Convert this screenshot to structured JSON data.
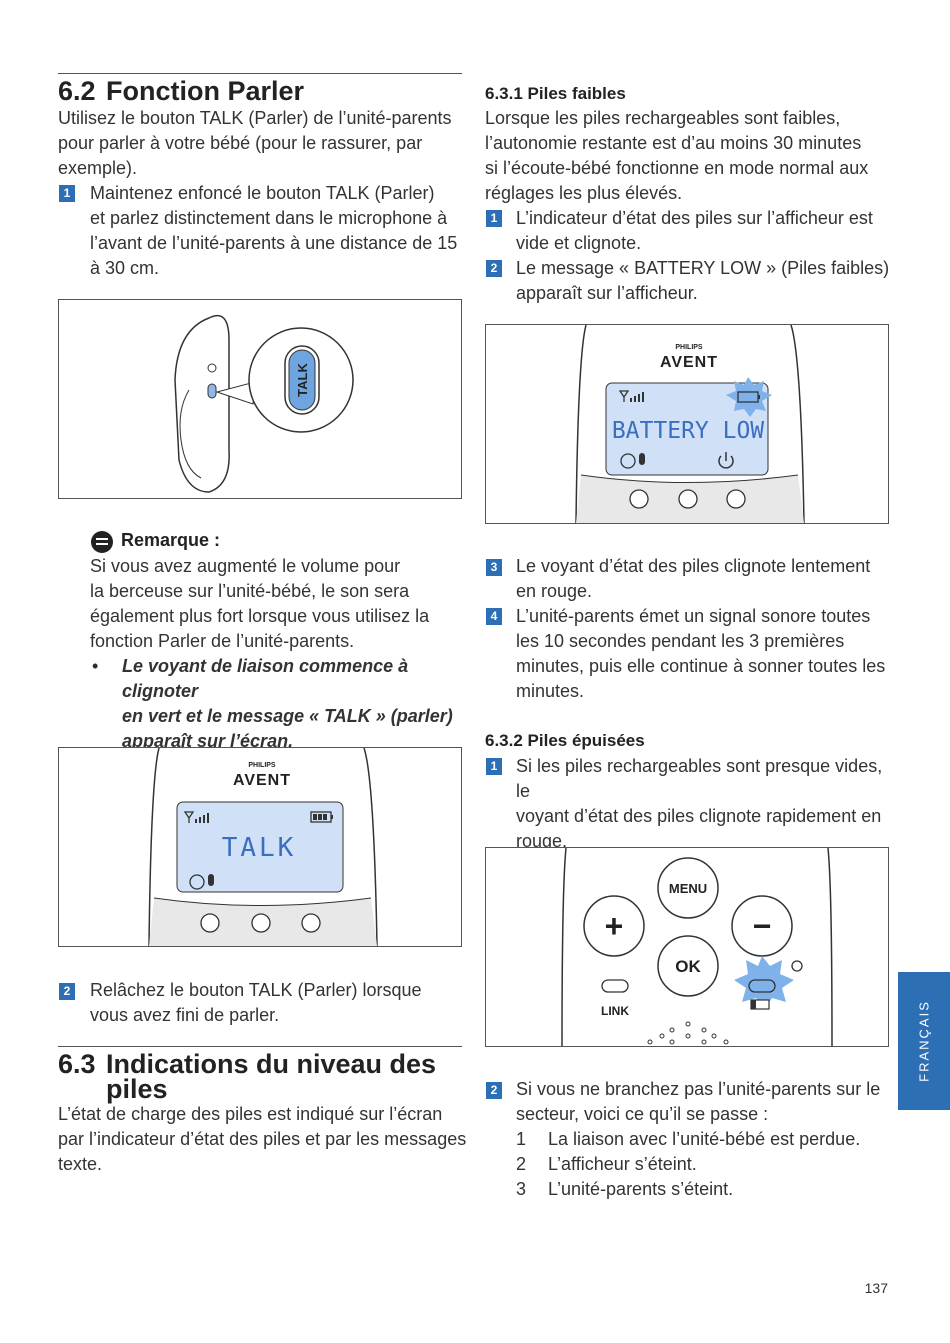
{
  "left": {
    "s62": {
      "num": "6.2",
      "title": "Fonction Parler",
      "intro": [
        "Utilisez le bouton TALK (Parler) de l’unité-parents",
        "pour parler à votre bébé (pour le rassurer, par",
        "exemple)."
      ],
      "step1_num": "1",
      "step1": [
        "Maintenez enfoncé le bouton TALK (Parler)",
        "et parlez distinctement dans le microphone à",
        "l’avant de l’unité-parents à une distance de 15",
        "à 30 cm."
      ]
    },
    "fig_talk_button": {
      "label": "TALK"
    },
    "note": {
      "title": "Remarque :",
      "body": [
        "Si vous avez augmenté le volume pour",
        "la berceuse sur l’unité-bébé, le son sera",
        "également plus fort lorsque vous utilisez la",
        "fonction Parler de l’unité-parents."
      ],
      "bullet": "•",
      "bullet_text": [
        "Le voyant de liaison commence à clignoter",
        "en vert et le message « TALK » (parler)",
        "apparaît sur l’écran."
      ]
    },
    "fig_talk_screen": {
      "brand_top": "PHILIPS",
      "brand": "AVENT",
      "display": "TALK"
    },
    "step2_num": "2",
    "step2": [
      "Relâchez le bouton TALK (Parler) lorsque",
      "vous avez fini de parler."
    ],
    "s63": {
      "num": "6.3",
      "title_line1": "Indications du niveau des",
      "title_line2": "piles",
      "body": [
        "L’état de charge des piles est indiqué sur l’écran",
        "par l’indicateur d’état des piles et par les messages",
        "texte."
      ]
    }
  },
  "right": {
    "s631": {
      "title": "6.3.1 Piles faibles",
      "body": [
        "Lorsque les piles rechargeables sont faibles,",
        "l’autonomie restante est d’au moins 30 minutes",
        "si l’écoute-bébé fonctionne en mode normal aux",
        "réglages les plus élevés."
      ],
      "s1_num": "1",
      "s1": [
        "L’indicateur d’état des piles sur l’afficheur est",
        "vide et clignote."
      ],
      "s2_num": "2",
      "s2": [
        "Le message « BATTERY LOW » (Piles faibles)",
        "apparaît sur l’afficheur."
      ]
    },
    "fig_battery_low": {
      "brand_top": "PHILIPS",
      "brand": "AVENT",
      "display": "BATTERY LOW"
    },
    "s631b": {
      "s3_num": "3",
      "s3": [
        "Le voyant d’état des piles clignote lentement",
        "en rouge."
      ],
      "s4_num": "4",
      "s4": [
        "L’unité-parents émet un signal sonore toutes",
        "les 10 secondes pendant les 3 premières",
        "minutes, puis elle continue à sonner toutes les",
        "minutes."
      ]
    },
    "s632": {
      "title": "6.3.2 Piles épuisées",
      "s1_num": "1",
      "s1": [
        "Si les piles rechargeables sont presque vides, le",
        "voyant d’état des piles clignote rapidement en",
        "rouge."
      ]
    },
    "fig_buttons": {
      "menu": "MENU",
      "plus": "+",
      "minus": "−",
      "ok": "OK",
      "link": "LINK"
    },
    "s2_num": "2",
    "s2": [
      "Si vous ne branchez pas l’unité-parents sur le",
      "secteur, voici ce qu’il se passe :"
    ],
    "list": [
      {
        "n": "1",
        "t": "La liaison avec l’unité-bébé est perdue."
      },
      {
        "n": "2",
        "t": "L’afficheur s’éteint."
      },
      {
        "n": "3",
        "t": "L’unité-parents s’éteint."
      }
    ]
  },
  "side_tab": "FRANÇAIS",
  "page_number": "137",
  "colors": {
    "accent": "#2d6fb5",
    "lcd": "#cfe0f7",
    "lcd_text": "#3a6fbf"
  }
}
